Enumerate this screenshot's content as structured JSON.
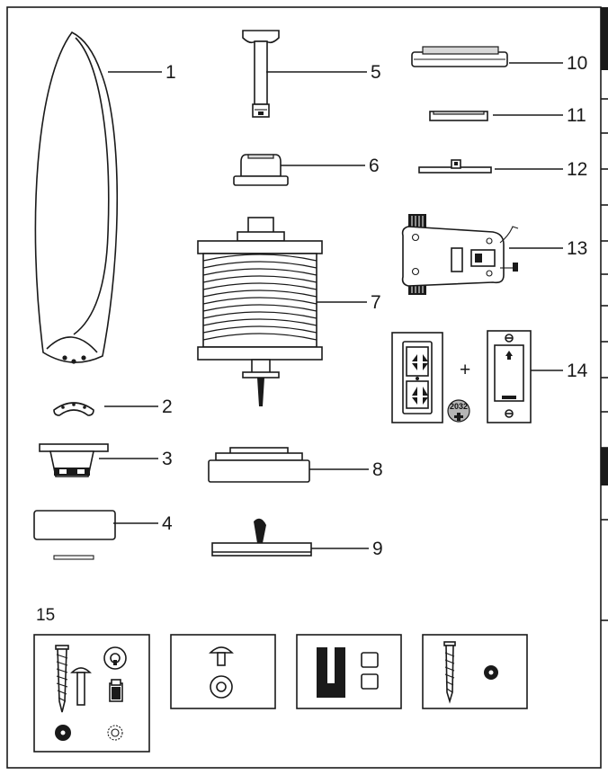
{
  "parts": [
    {
      "number": "1"
    },
    {
      "number": "2"
    },
    {
      "number": "3"
    },
    {
      "number": "4"
    },
    {
      "number": "5"
    },
    {
      "number": "6"
    },
    {
      "number": "7"
    },
    {
      "number": "8"
    },
    {
      "number": "9"
    },
    {
      "number": "10"
    },
    {
      "number": "11"
    },
    {
      "number": "12"
    },
    {
      "number": "13"
    },
    {
      "number": "14"
    }
  ],
  "hardware": {
    "number": "15",
    "battery_label": "2032",
    "plus_sign": "+"
  },
  "icons": {
    "blade": "fan-blade-icon",
    "blade_support": "blade-support-icon",
    "blade_bracket": "blade-bracket-icon",
    "light_cover": "light-cover-icon",
    "downrod": "downrod-icon",
    "canopy": "canopy-icon",
    "motor": "motor-housing-icon",
    "switch_housing": "switch-housing-icon",
    "light_kit_plate": "light-kit-plate-icon",
    "canopy_ring": "canopy-ring-icon",
    "canopy_cover": "canopy-cover-icon",
    "mounting_plate": "mounting-plate-icon",
    "receiver": "receiver-icon",
    "remote": "remote-control-icon",
    "wall_plate": "wall-plate-icon"
  }
}
